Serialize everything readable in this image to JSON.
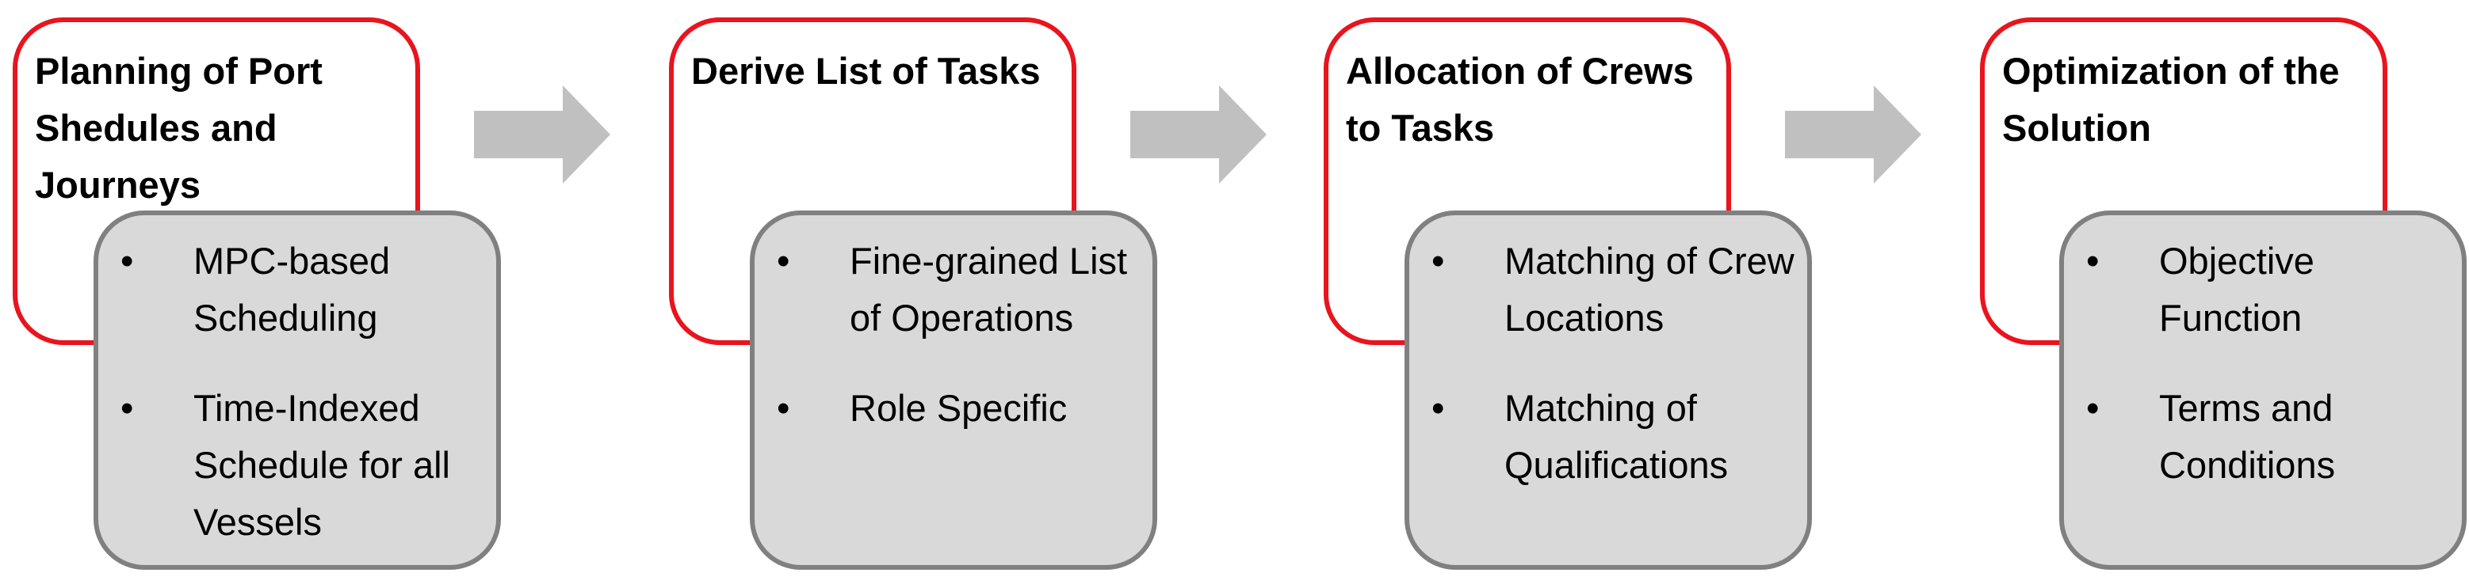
{
  "colors": {
    "title_border": "#e8141e",
    "detail_border": "#808080",
    "detail_fill": "#d9d9d9",
    "arrow_fill": "#c0c0c0"
  },
  "steps": [
    {
      "title": "Planning of Port Shedules and Journeys",
      "items": [
        "MPC-based Scheduling",
        "Time-Indexed Schedule for all Vessels"
      ]
    },
    {
      "title": "Derive List of Tasks",
      "items": [
        "Fine-grained List of Operations",
        "Role Specific"
      ]
    },
    {
      "title": "Allocation of Crews to Tasks",
      "items": [
        "Matching of Crew Locations",
        "Matching of Qualifications"
      ]
    },
    {
      "title": "Optimization of the Solution",
      "items": [
        "Objective Function",
        "Terms and Conditions"
      ]
    }
  ],
  "connectors": [
    "arrow-right-icon",
    "arrow-right-icon",
    "arrow-right-icon"
  ]
}
